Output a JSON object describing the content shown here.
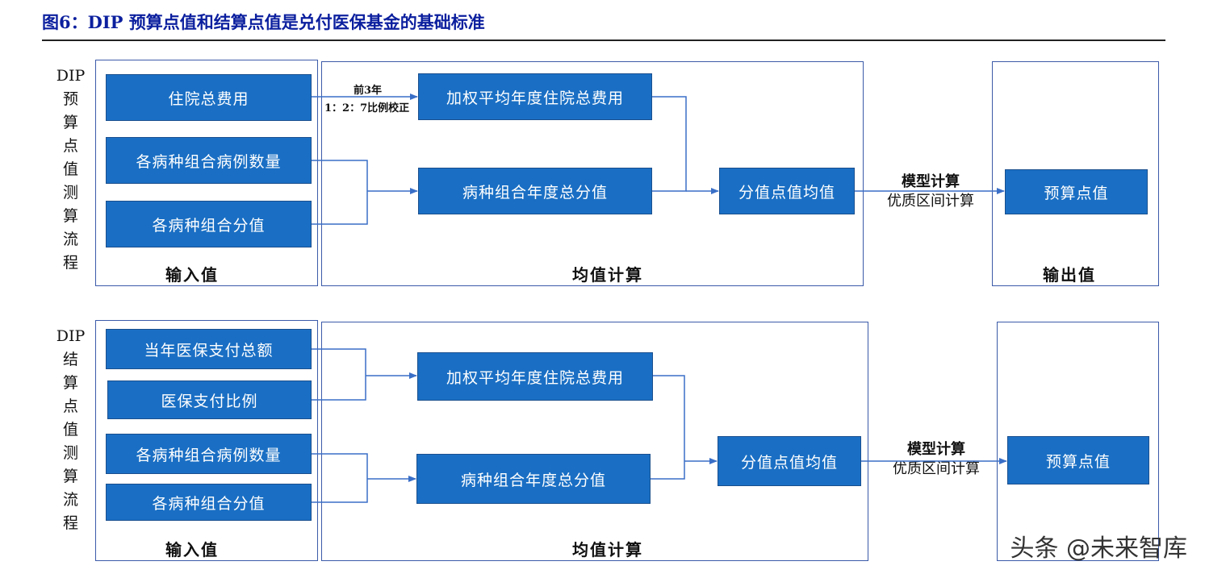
{
  "title": "图6：DIP 预算点值和结算点值是兑付医保基金的基础标准",
  "top": {
    "side_label": [
      "DIP",
      "预",
      "算",
      "点",
      "值",
      "测",
      "算",
      "流",
      "程"
    ],
    "inputs": [
      "住院总费用",
      "各病种组合病例数量",
      "各病种组合分值"
    ],
    "input_caption": "输入值",
    "mid": [
      "加权平均年度住院总费用",
      "病种组合年度总分值",
      "分值点值均值"
    ],
    "mid_caption": "均值计算",
    "arrow_note_1": "前3年",
    "arrow_note_2": "1：2：7比例校正",
    "model_1": "模型计算",
    "model_2": "优质区间计算",
    "output": "预算点值",
    "output_caption": "输出值"
  },
  "bottom": {
    "side_label": [
      "DIP",
      "结",
      "算",
      "点",
      "值",
      "测",
      "算",
      "流",
      "程"
    ],
    "inputs": [
      "当年医保支付总额",
      "医保支付比例",
      "各病种组合病例数量",
      "各病种组合分值"
    ],
    "input_caption": "输入值",
    "mid": [
      "加权平均年度住院总费用",
      "病种组合年度总分值",
      "分值点值均值"
    ],
    "mid_caption": "均值计算",
    "model_1": "模型计算",
    "model_2": "优质区间计算",
    "output": "预算点值"
  },
  "watermark": "头条 @未来智库",
  "colors": {
    "box_fill": "#1a6fc4",
    "frame": "#3b5aa8",
    "title": "#0b1f9e",
    "arrow": "#3a6fc7"
  }
}
